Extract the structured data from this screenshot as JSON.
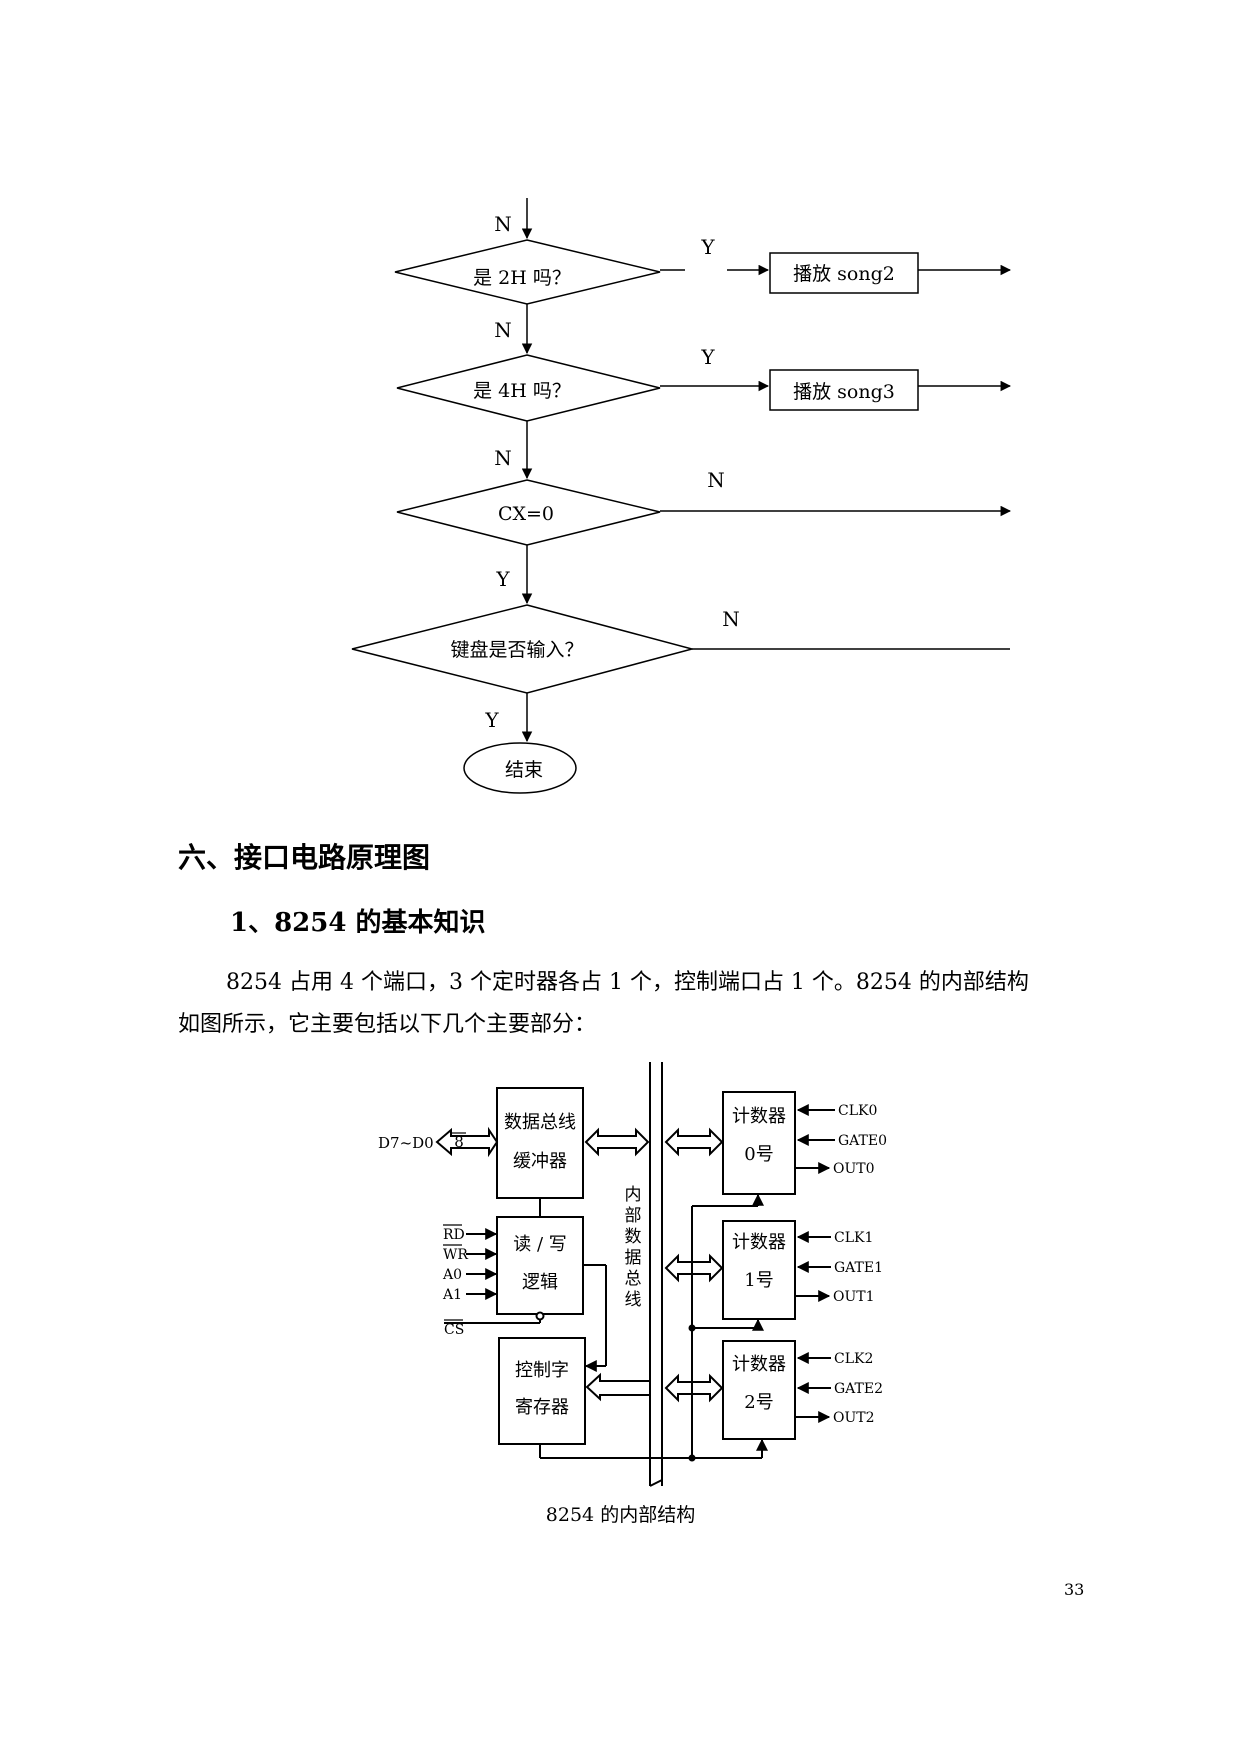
{
  "flowchart": {
    "labels": {
      "n_top": "N",
      "y_q1": "Y",
      "n_q1": "N",
      "y_q2": "Y",
      "n_q2": "N",
      "n_q3": "N",
      "y_q3": "Y",
      "n_q4": "N",
      "y_q4": "Y"
    },
    "decisions": [
      "是 2H 吗？",
      "是 4H 吗？",
      "CX=0",
      "键盘是否输入？"
    ],
    "actions": [
      "播放 song2",
      "播放 song3"
    ],
    "terminal": "结束"
  },
  "section": {
    "heading": "六、接口电路原理图",
    "subheading": "1、8254 的基本知识",
    "paragraph_line1": "8254 占用 4 个端口，3 个定时器各占 1 个，控制端口占 1  个。8254 的内部结构",
    "paragraph_line2": "如图所示，它主要包括以下几个主要部分："
  },
  "diagram": {
    "data_bus_label": "D7~D0",
    "bus_width": "8",
    "buffer": [
      "数据总线",
      "缓冲器"
    ],
    "rw_logic": [
      "读 / 写",
      "逻辑"
    ],
    "control_reg": [
      "控制字",
      "寄存器"
    ],
    "internal_bus": [
      "内",
      "部",
      "数",
      "据",
      "总",
      "线"
    ],
    "rw_inputs": [
      "RD",
      "WR",
      "A0",
      "A1"
    ],
    "cs_input": "CS",
    "counters": [
      {
        "title": "计数器",
        "num": "0号",
        "clk": "CLK0",
        "gate": "GATE0",
        "out": "OUT0"
      },
      {
        "title": "计数器",
        "num": "1号",
        "clk": "CLK1",
        "gate": "GATE1",
        "out": "OUT1"
      },
      {
        "title": "计数器",
        "num": "2号",
        "clk": "CLK2",
        "gate": "GATE2",
        "out": "OUT2"
      }
    ],
    "caption": "8254 的内部结构"
  },
  "page_number": "33"
}
